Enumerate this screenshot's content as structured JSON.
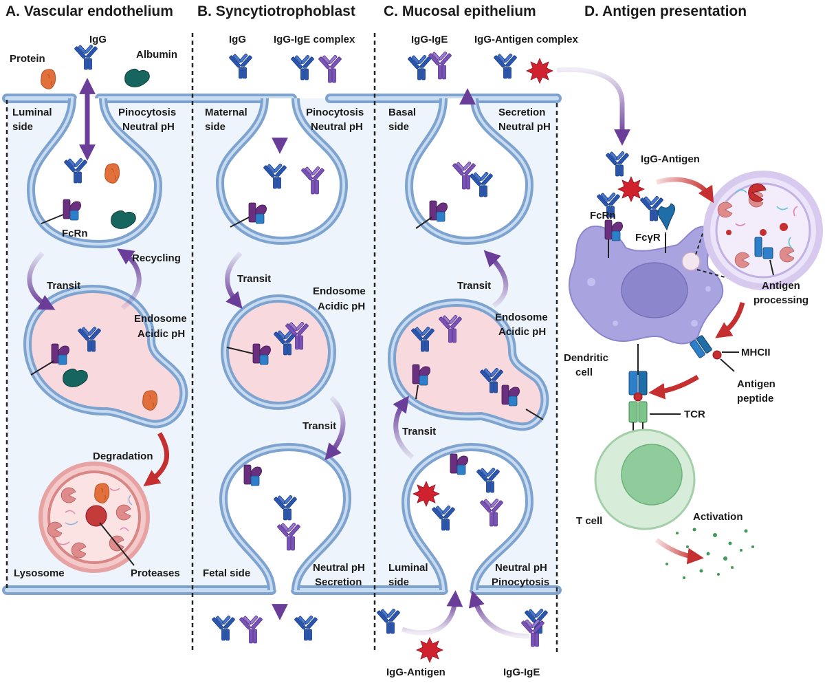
{
  "panels": {
    "a": {
      "title": "A. Vascular endothelium",
      "labels": {
        "igg": "IgG",
        "protein": "Protein",
        "albumin": "Albumin",
        "luminal_1": "Luminal",
        "luminal_2": "side",
        "pino_1": "Pinocytosis",
        "pino_2": "Neutral pH",
        "fcrn": "FcRn",
        "transit": "Transit",
        "recycling": "Recycling",
        "endo_1": "Endosome",
        "endo_2": "Acidic pH",
        "degradation": "Degradation",
        "lysosome": "Lysosome",
        "proteases": "Proteases"
      }
    },
    "b": {
      "title": "B. Syncytiotrophoblast",
      "labels": {
        "igg": "IgG",
        "igg_ige": "IgG-IgE complex",
        "maternal_1": "Maternal",
        "maternal_2": "side",
        "pino_1": "Pinocytosis",
        "pino_2": "Neutral pH",
        "transit_1": "Transit",
        "endo_1": "Endosome",
        "endo_2": "Acidic pH",
        "transit_2": "Transit",
        "fetal": "Fetal side",
        "sec_1": "Neutral pH",
        "sec_2": "Secretion"
      }
    },
    "c": {
      "title": "C. Mucosal epithelium",
      "labels": {
        "igg_ige_top": "IgG-IgE",
        "igg_antigen_top": "IgG-Antigen complex",
        "basal_1": "Basal",
        "basal_2": "side",
        "sec_1": "Secretion",
        "sec_2": "Neutral pH",
        "transit_1": "Transit",
        "endo_1": "Endosome",
        "endo_2": "Acidic pH",
        "transit_2": "Transit",
        "luminal_1": "Luminal",
        "luminal_2": "side",
        "pino_1": "Neutral pH",
        "pino_2": "Pinocytosis",
        "igg_antigen_bottom": "IgG-Antigen",
        "igg_ige_bottom": "IgG-IgE"
      }
    },
    "d": {
      "title": "D. Antigen presentation",
      "labels": {
        "igg_antigen": "IgG-Antigen",
        "fcrn": "FcRn",
        "fcgr": "FcγR",
        "antigen_processing_1": "Antigen",
        "antigen_processing_2": "processing",
        "dendritic_1": "Dendritic",
        "dendritic_2": "cell",
        "mhcii": "MHCII",
        "peptide_1": "Antigen",
        "peptide_2": "peptide",
        "tcr": "TCR",
        "tcell": "T cell",
        "activation": "Activation"
      }
    }
  },
  "colors": {
    "membrane": "#7fa3cf",
    "cytoplasm": "#eef4fb",
    "endosome": "#f7d9de",
    "lysosome": "#f2c6c6",
    "igg": "#2a56b0",
    "ige": "#7b52b8",
    "fcrn": "#6a2f7e",
    "transit_arrow": "#6a3d99",
    "degradation_arrow": "#c62f2f",
    "protein": "#e2703c",
    "albumin": "#17655f",
    "antigen": "#d0212f",
    "dendritic_cell": "#a9a4e0",
    "tcell": "#b9dbbf"
  }
}
